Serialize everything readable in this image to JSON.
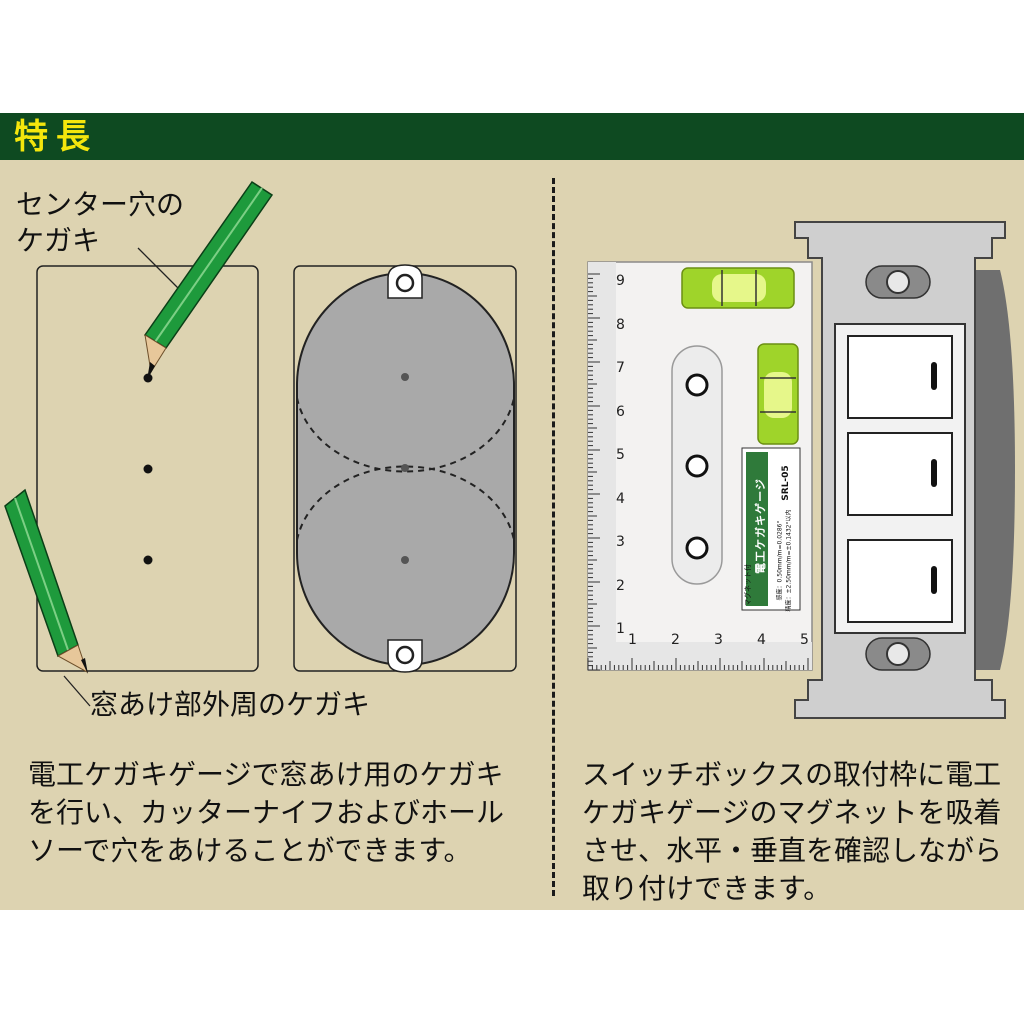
{
  "header": {
    "title": "特長"
  },
  "left": {
    "label_center_line1": "センター穴の",
    "label_center_line2": "ケガキ",
    "label_outline": "窓あけ部外周のケガキ",
    "description": "電工ケガキゲージで窓あけ用のケガキを行い、カッターナイフおよびホールソーで穴をあけることができます。"
  },
  "right": {
    "description": "スイッチボックスの取付枠に電工ケガキゲージのマグネットを吸着させ、水平・垂直を確認しながら取り付けできます。",
    "gauge_label": "電工ケガキゲージ",
    "gauge_model": "SRL-05",
    "gauge_magnet": "マグネット付",
    "gauge_spec1": "感度：0.50mm/m=0.0286°",
    "gauge_spec2": "精度：±2.50mm/m=±0.1432°以内",
    "ruler_vertical": [
      "9",
      "8",
      "7",
      "6",
      "5",
      "4",
      "3",
      "2",
      "1"
    ],
    "ruler_horizontal": [
      "1",
      "2",
      "3",
      "4",
      "5"
    ]
  },
  "colors": {
    "header_bg": "#0e4a21",
    "header_text": "#f4e60c",
    "panel_bg": "#ddd3b1",
    "pencil_green": "#1e9a3c",
    "plate_gray": "#a9a9a9"
  }
}
